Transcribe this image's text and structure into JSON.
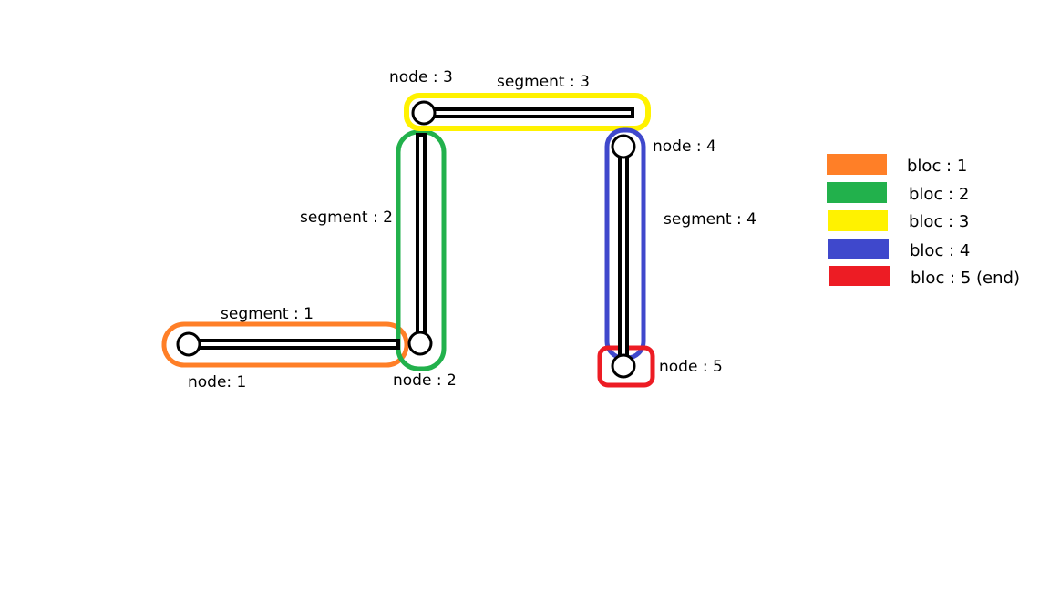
{
  "nodes": {
    "n1": {
      "label": "node: 1"
    },
    "n2": {
      "label": "node : 2"
    },
    "n3": {
      "label": "node : 3"
    },
    "n4": {
      "label": "node : 4"
    },
    "n5": {
      "label": "node : 5"
    }
  },
  "segments": {
    "s1": {
      "label": "segment : 1"
    },
    "s2": {
      "label": "segment : 2"
    },
    "s3": {
      "label": "segment : 3"
    },
    "s4": {
      "label": "segment : 4"
    }
  },
  "blocs": {
    "b1": {
      "color": "#ff7f27"
    },
    "b2": {
      "color": "#22b14c"
    },
    "b3": {
      "color": "#fff200"
    },
    "b4": {
      "color": "#3f48cc"
    },
    "b5": {
      "color": "#ed1c24"
    }
  },
  "legend": [
    {
      "label": "bloc : 1",
      "color": "#ff7f27"
    },
    {
      "label": "bloc : 2",
      "color": "#22b14c"
    },
    {
      "label": "bloc : 3",
      "color": "#fff200"
    },
    {
      "label": "bloc : 4",
      "color": "#3f48cc"
    },
    {
      "label": "bloc : 5 (end)",
      "color": "#ed1c24"
    }
  ]
}
